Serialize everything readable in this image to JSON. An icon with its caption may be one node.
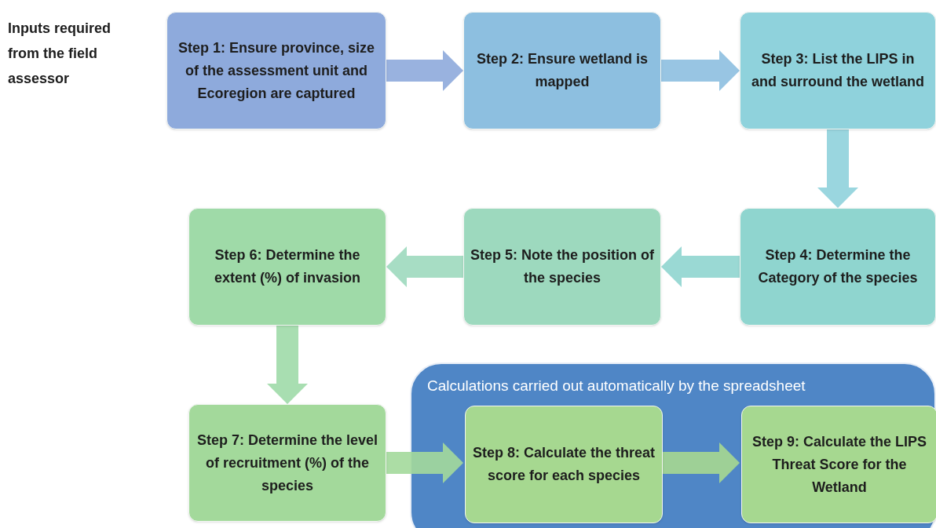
{
  "diagram": {
    "nodes": [
      {
        "text": [
          "Step 1: Ensure province, size of the assessment unit and Ecoregion are captured"
        ]
      },
      {
        "text": [
          "Step 2: Ensure wetland is mapped"
        ]
      },
      {
        "text": [
          "Step 3: List the LIPS in and surround the wetland"
        ]
      },
      {
        "text": [
          "Step 4: Determine the Category of the species"
        ]
      },
      {
        "text": [
          "Step 5: Note the position of the species"
        ]
      },
      {
        "text": [
          "Step 6: Determine the extent (%) of invasion"
        ]
      },
      {
        "text": [
          "Step 7: Determine the level of recruitment (%) of the species"
        ]
      },
      {
        "text": [
          "Calculations carried out automatically by the spreadsheet"
        ]
      },
      {
        "text": [
          "Step 8: Calculate the threat score for each species"
        ],
        "in": 7
      },
      {
        "text": [
          "Step 9: Calculate the LIPS Threat Score for the Wetland"
        ],
        "in": 7
      }
    ],
    "edges": [
      {
        "from": 0,
        "to": 1,
        "arrow": "to"
      },
      {
        "from": 1,
        "to": 2,
        "arrow": "to"
      },
      {
        "from": 2,
        "to": 3,
        "arrow": "to"
      },
      {
        "from": 3,
        "to": 4,
        "arrow": "to"
      },
      {
        "from": 4,
        "to": 5,
        "arrow": "to"
      },
      {
        "from": 5,
        "to": 6,
        "arrow": "to"
      },
      {
        "from": 6,
        "to": 8,
        "arrow": "to"
      },
      {
        "from": 8,
        "to": 9,
        "arrow": "to"
      }
    ],
    "labels": [
      "Inputs required from the field assessor"
    ]
  }
}
